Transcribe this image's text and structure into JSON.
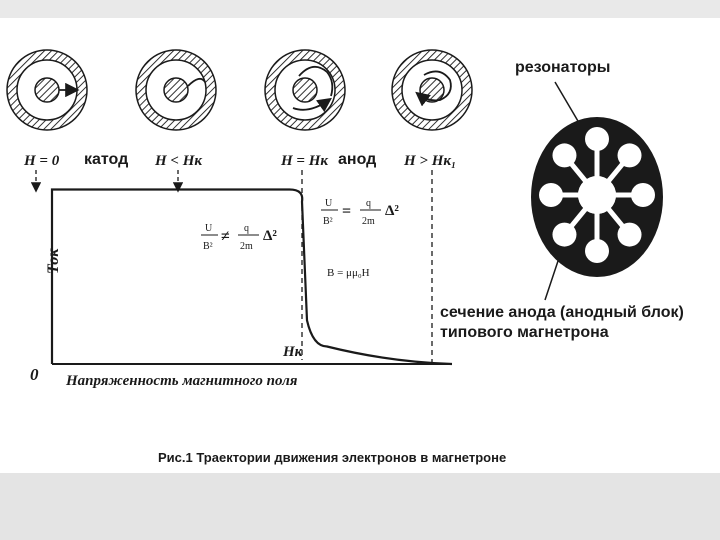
{
  "cathode_rings": {
    "labels": [
      {
        "h": "H = 0",
        "tag": "катод"
      },
      {
        "h": "H < Hк",
        "tag": ""
      },
      {
        "h": "H = Hк",
        "tag": "анод"
      },
      {
        "h": "H > Hк₁",
        "tag": ""
      }
    ]
  },
  "chart_data": {
    "type": "line",
    "title": "",
    "ylabel": "Ток",
    "xlabel": "Напряженность магнитного поля",
    "origin_label": "0",
    "critical_label": "Hк",
    "x": [
      0,
      0.95,
      1,
      1.02,
      1.1,
      1.6
    ],
    "y": [
      1,
      1,
      0.93,
      0.25,
      0.1,
      0
    ],
    "xlim": [
      0,
      1.6
    ],
    "ylim": [
      0,
      1.1
    ]
  },
  "formulas": {
    "f1": {
      "l_top": "U",
      "l_bot": "B²",
      "op": "≠",
      "r_top": "q",
      "r_bot": "2m",
      "extra": "Δ²"
    },
    "f2": {
      "l_top": "U",
      "l_bot": "B²",
      "op": "=",
      "r_top": "q",
      "r_bot": "2m",
      "extra": "Δ²"
    },
    "f3": "B = μμ₀H"
  },
  "anode": {
    "resonators_label": "резонаторы",
    "section_line1": "сечение анода (анодный блок)",
    "section_line2": "типового магнетрона"
  },
  "caption": "Рис.1 Траектории движения электронов в магнетроне",
  "colors": {
    "ink": "#1a1a1a",
    "background": "#ffffff",
    "band": "#e4e4e4"
  }
}
